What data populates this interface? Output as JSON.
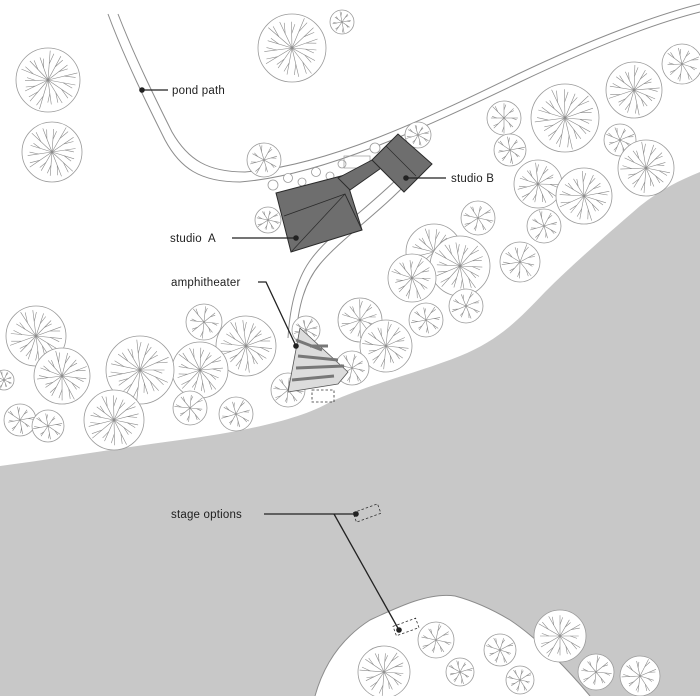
{
  "labels": {
    "pond_path": "pond path",
    "studio_b": "studio B",
    "studio_a": "studio  A",
    "amphitheater": "amphitheater",
    "stage_options": "stage options"
  },
  "colors": {
    "water": "#c8c8c8",
    "building": "#6e6e6e",
    "building_edge": "#2a2a2a",
    "tree_line": "#8a8a8a",
    "leader": "#222222"
  },
  "icons": {
    "tree": "tree-canopy-icon",
    "marker": "leader-dot-icon"
  }
}
